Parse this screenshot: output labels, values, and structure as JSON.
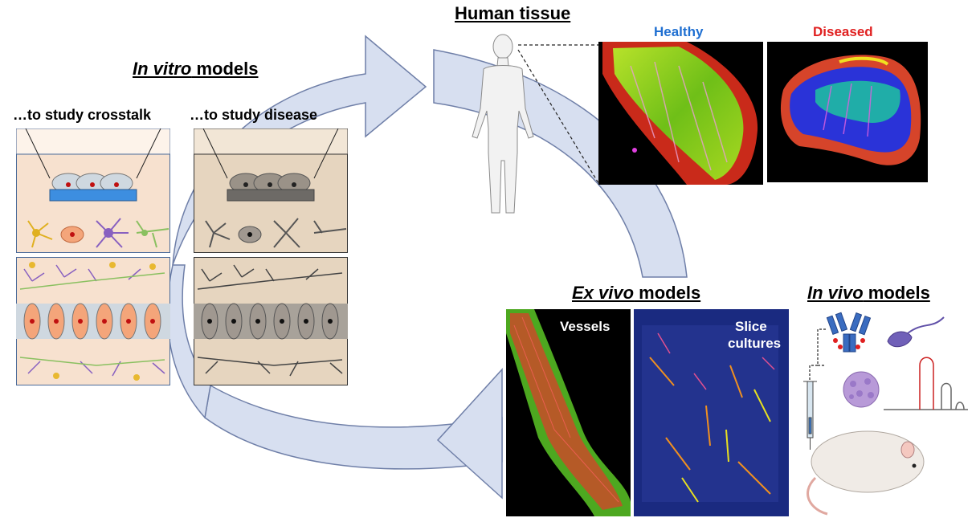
{
  "titles": {
    "human_tissue": "Human tissue",
    "in_vitro_italic": "In vitro",
    "in_vitro_rest": " models",
    "ex_vivo_italic": "Ex vivo",
    "ex_vivo_rest": " models",
    "in_vivo_italic": "In vivo",
    "in_vivo_rest": " models"
  },
  "conditions": {
    "healthy": "Healthy",
    "diseased": "Diseased"
  },
  "in_vitro": {
    "crosstalk_label": "…to study crosstalk",
    "disease_label": "…to study disease"
  },
  "ex_vivo": {
    "vessels_label": "Vessels",
    "slice_label_1": "Slice",
    "slice_label_2": "cultures"
  },
  "colors": {
    "healthy_text": "#1f6fd1",
    "diseased_text": "#e02020",
    "arrow_fill": "#d7dff0",
    "arrow_stroke": "#6f7fa8",
    "cell_panel_peach": "#f7e1cf",
    "cell_panel_beige": "#e6d5bf"
  },
  "icons": [
    "human-figure-icon",
    "transwell-culture-icon",
    "astrocyte-icon",
    "microglia-icon",
    "antibody-icon",
    "virus-icon",
    "syringe-icon",
    "rna-hairpin-icon",
    "mouse-icon",
    "spatula-icon"
  ]
}
